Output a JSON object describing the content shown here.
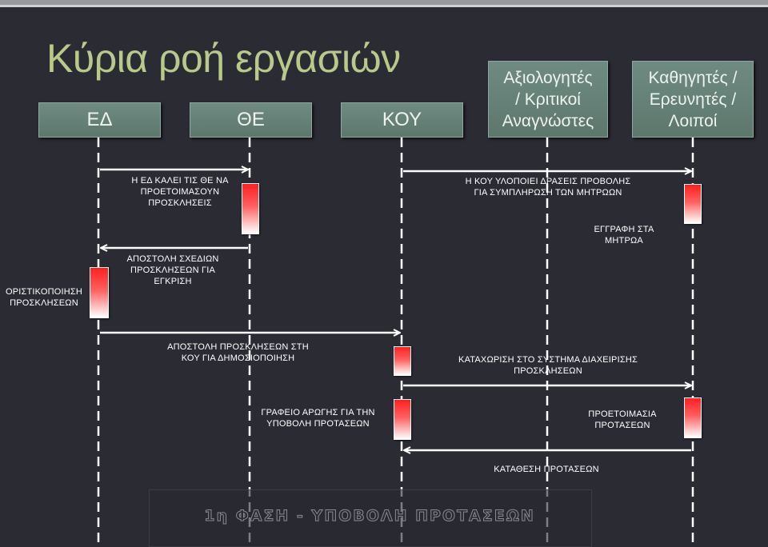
{
  "title": "Κύρια ροή εργασιών",
  "actors": [
    {
      "id": "ed",
      "label": "ΕΔ"
    },
    {
      "id": "the",
      "label": "ΘΕ"
    },
    {
      "id": "koy",
      "label": "ΚΟΥ"
    },
    {
      "id": "reviewers",
      "label": "Αξιολογητές\n/ Κριτικοί\nΑναγνώστες"
    },
    {
      "id": "professors",
      "label": "Καθηγητές /\nΕρευνητές /\nΛοιποί"
    }
  ],
  "messages": [
    {
      "id": "m1",
      "text": "Η ΕΔ ΚΑΛΕΙ ΤΙΣ ΘΕ ΝΑ\nΠΡΟΕΤΟΙΜΑΣΟΥΝ\nΠΡΟΣΚΛΗΣΕΙΣ"
    },
    {
      "id": "m2",
      "text": "Η ΚΟΥ ΥΛΟΠΟΙΕΙ ΔΡΑΣΕΙΣ ΠΡΟΒΟΛΗΣ\nΓΙΑ ΣΥΜΠΛΗΡΩΣΗ ΤΩΝ ΜΗΤΡΩΩΝ"
    },
    {
      "id": "m3",
      "text": "ΕΓΓΡΑΦΗ ΣΤΑ\nΜΗΤΡΩΑ"
    },
    {
      "id": "m4",
      "text": "ΑΠΟΣΤΟΛΗ ΣΧΕΔΙΩΝ\nΠΡΟΣΚΛΗΣΕΩΝ ΓΙΑ\nΕΓΚΡΙΣΗ"
    },
    {
      "id": "m5",
      "text": "ΟΡΙΣΤΙΚΟΠΟΙΗΣΗ\nΠΡΟΣΚΛΗΣΕΩΝ"
    },
    {
      "id": "m6",
      "text": "ΑΠΟΣΤΟΛΗ ΠΡΟΣΚΛΗΣΕΩΝ ΣΤΗ\nΚΟΥ ΓΙΑ ΔΗΜΟΣΙΟΠΟΙΗΣΗ"
    },
    {
      "id": "m7",
      "text": "ΚΑΤΑΧΩΡΙΣΗ ΣΤΟ ΣΥΣΤΗΜΑ ΔΙΑΧΕΙΡΙΣΗΣ\nΠΡΟΣΚΛΗΣΕΩΝ"
    },
    {
      "id": "m8",
      "text": "ΓΡΑΦΕΙΟ ΑΡΩΓΗΣ ΓΙΑ ΤΗΝ\nΥΠΟΒΟΛΗ ΠΡΟΤΑΣΕΩΝ"
    },
    {
      "id": "m9",
      "text": "ΠΡΟΕΤΟΙΜΑΣΙΑ\nΠΡΟΤΑΣΕΩΝ"
    },
    {
      "id": "m10",
      "text": "ΚΑΤΑΘΕΣΗ ΠΡΟΤΑΣΕΩΝ"
    }
  ],
  "phase": "1η ΦΑΣΗ - ΥΠΟΒΟΛΗ ΠΡΟΤΑΣΕΩΝ",
  "colors": {
    "background": "#2b2b33",
    "title": "#b9c98a",
    "actor": "#6f8b81",
    "activation": "#ff2020",
    "line": "#ffffff"
  }
}
